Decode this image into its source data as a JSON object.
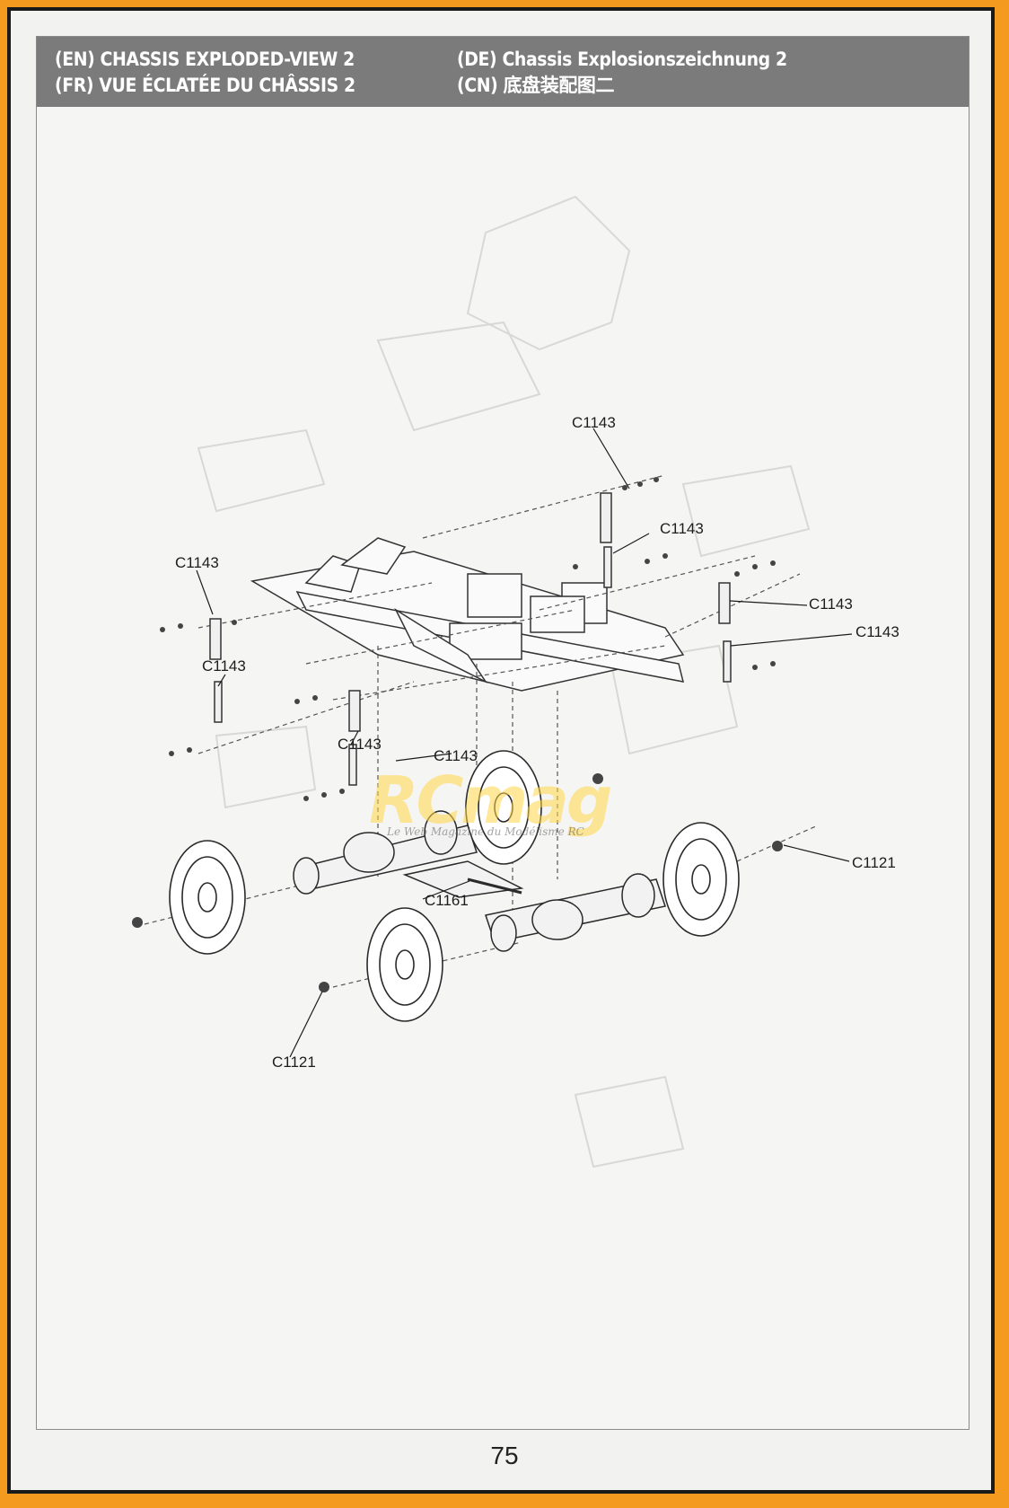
{
  "header": {
    "en": "(EN) CHASSIS EXPLODED-VIEW 2",
    "fr": "(FR) VUE ÉCLATÉE DU CHÂSSIS 2",
    "de": "(DE) Chassis Explosionszeichnung 2",
    "cn": "(CN) 底盘装配图二"
  },
  "callouts": [
    {
      "id": "c1",
      "label": "C1143"
    },
    {
      "id": "c2",
      "label": "C1143"
    },
    {
      "id": "c3",
      "label": "C1143"
    },
    {
      "id": "c4",
      "label": "C1143"
    },
    {
      "id": "c5",
      "label": "C1143"
    },
    {
      "id": "c6",
      "label": "C1143"
    },
    {
      "id": "c7",
      "label": "C1143"
    },
    {
      "id": "c8",
      "label": "C1143"
    },
    {
      "id": "c9",
      "label": "C1121"
    },
    {
      "id": "c10",
      "label": "C1161"
    },
    {
      "id": "c11",
      "label": "C1121"
    }
  ],
  "watermark": {
    "logo": "RCmag",
    "tagline": "Le Web Magazine du Modélisme RC"
  },
  "page_number": "75"
}
